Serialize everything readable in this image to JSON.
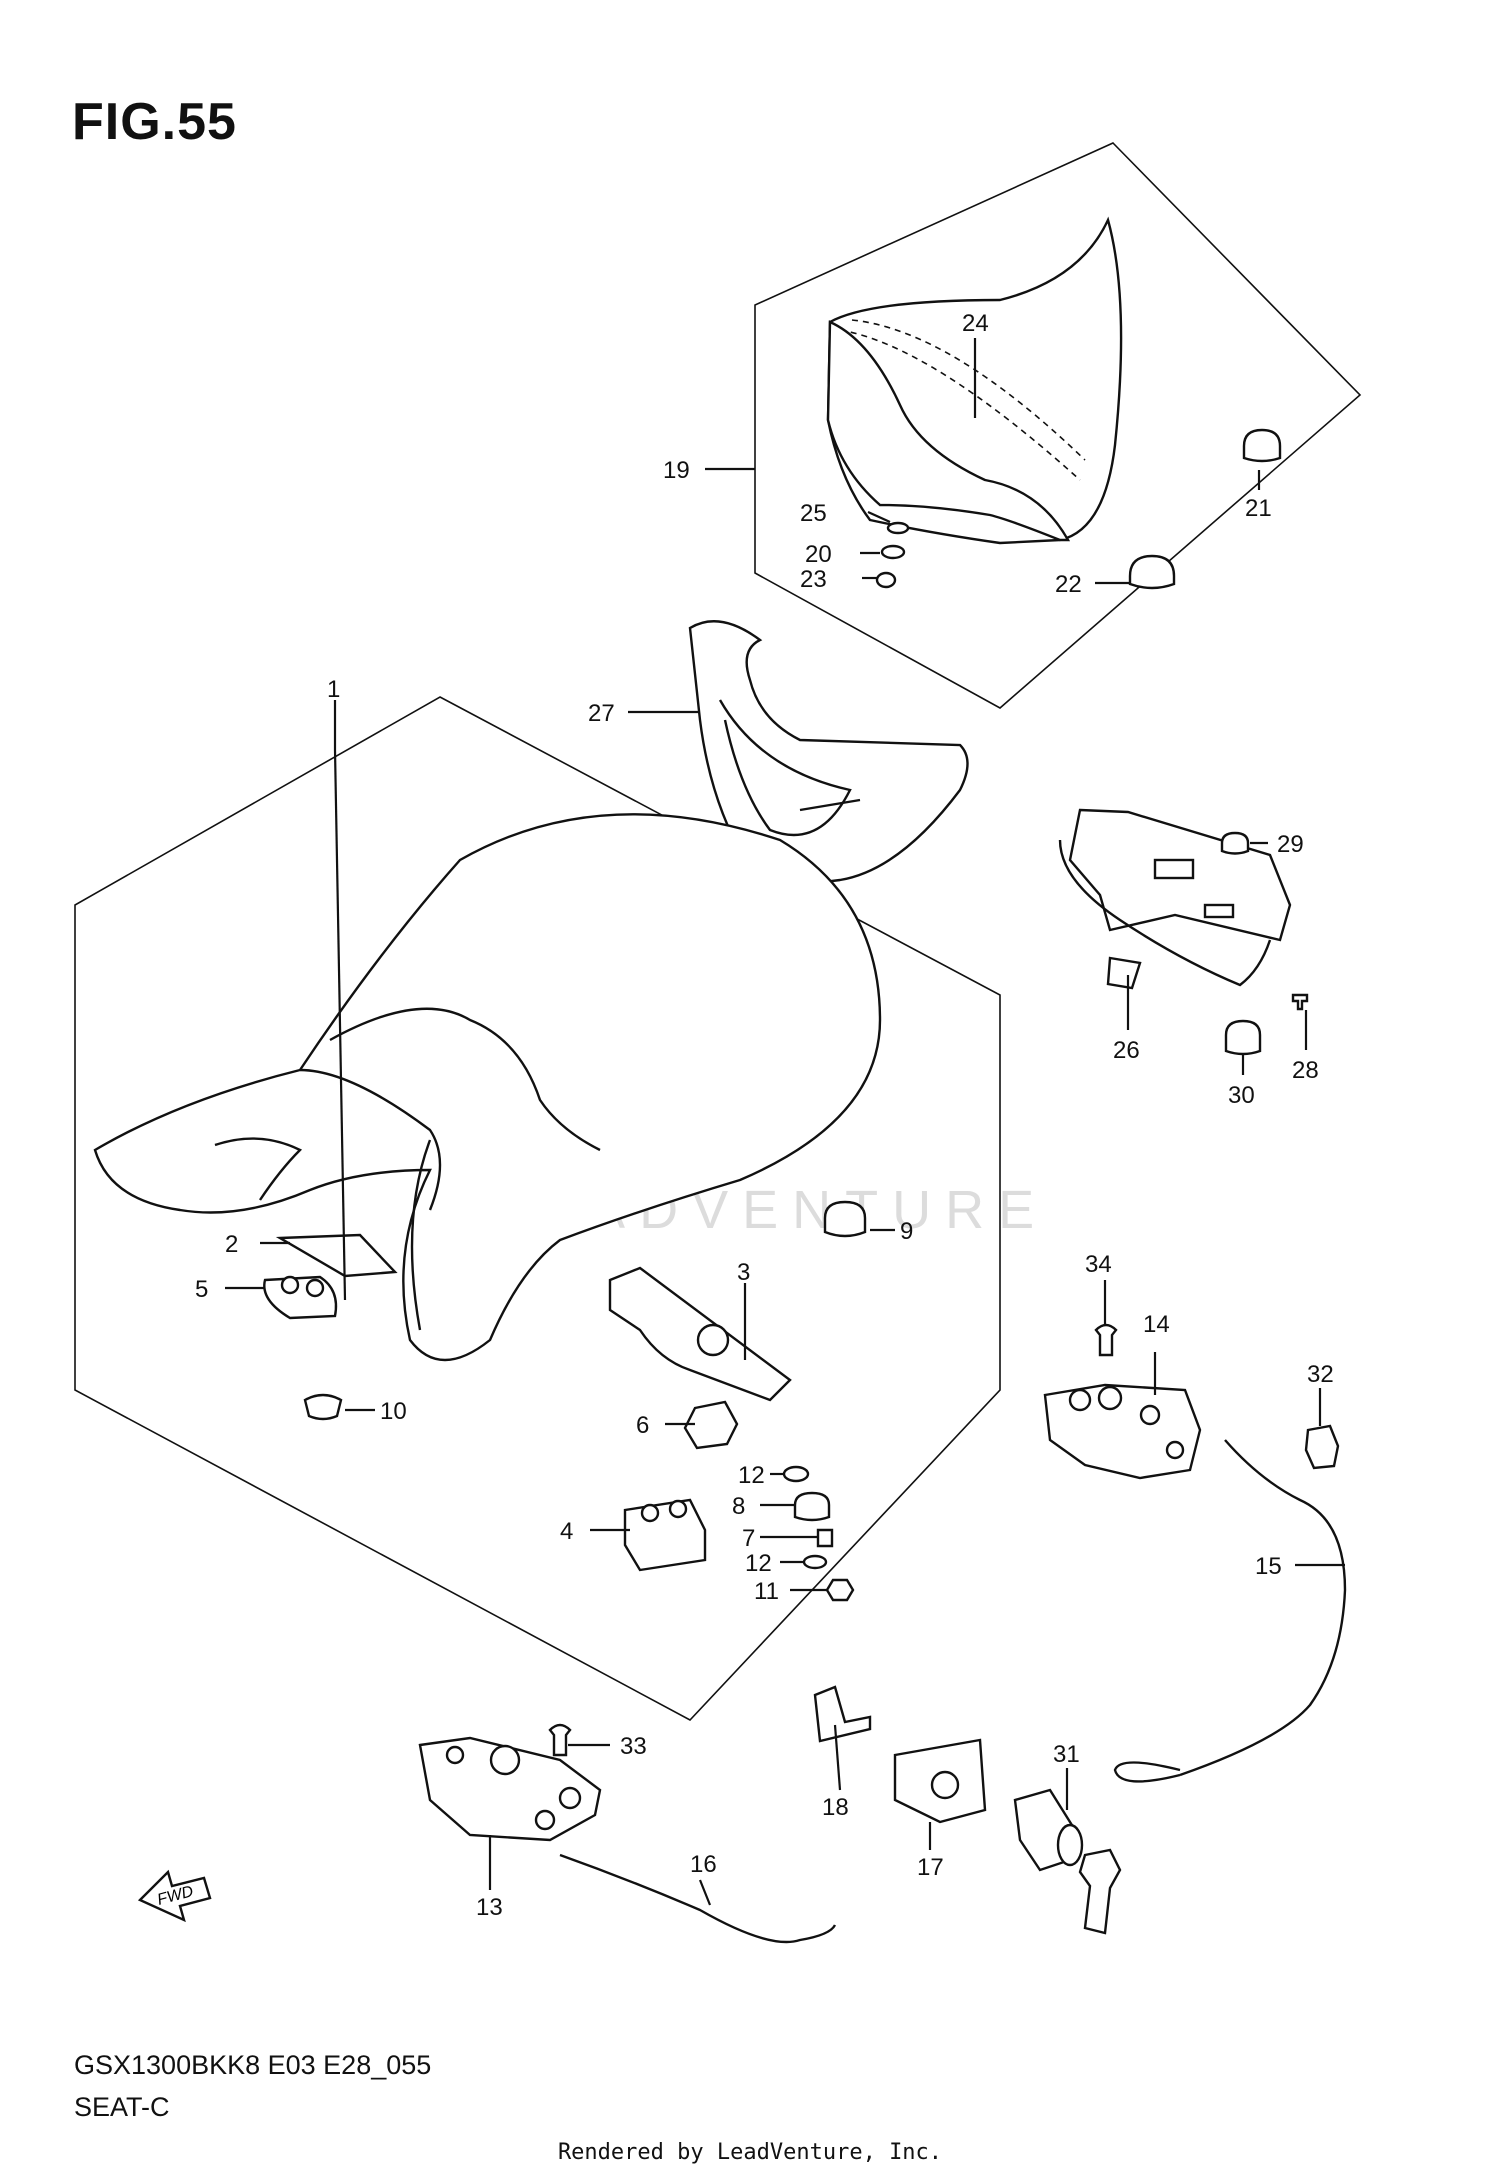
{
  "figure": {
    "title": "FIG.55",
    "model_code": "GSX1300BKK8 E03 E28_055",
    "section_name": "SEAT-C",
    "credit": "Rendered by LeadVenture, Inc.",
    "watermark": "LEADVENTURE",
    "fwd_label": "FWD"
  },
  "callouts": [
    {
      "id": "1",
      "label": "1"
    },
    {
      "id": "2",
      "label": "2"
    },
    {
      "id": "3",
      "label": "3"
    },
    {
      "id": "4",
      "label": "4"
    },
    {
      "id": "5",
      "label": "5"
    },
    {
      "id": "6",
      "label": "6"
    },
    {
      "id": "7",
      "label": "7"
    },
    {
      "id": "8",
      "label": "8"
    },
    {
      "id": "9",
      "label": "9"
    },
    {
      "id": "10",
      "label": "10"
    },
    {
      "id": "11",
      "label": "11"
    },
    {
      "id": "12a",
      "label": "12"
    },
    {
      "id": "12b",
      "label": "12"
    },
    {
      "id": "13",
      "label": "13"
    },
    {
      "id": "14",
      "label": "14"
    },
    {
      "id": "15",
      "label": "15"
    },
    {
      "id": "16",
      "label": "16"
    },
    {
      "id": "17",
      "label": "17"
    },
    {
      "id": "18",
      "label": "18"
    },
    {
      "id": "19",
      "label": "19"
    },
    {
      "id": "20",
      "label": "20"
    },
    {
      "id": "21",
      "label": "21"
    },
    {
      "id": "22",
      "label": "22"
    },
    {
      "id": "23",
      "label": "23"
    },
    {
      "id": "24",
      "label": "24"
    },
    {
      "id": "25",
      "label": "25"
    },
    {
      "id": "26",
      "label": "26"
    },
    {
      "id": "27",
      "label": "27"
    },
    {
      "id": "28",
      "label": "28"
    },
    {
      "id": "29",
      "label": "29"
    },
    {
      "id": "30",
      "label": "30"
    },
    {
      "id": "31",
      "label": "31"
    },
    {
      "id": "32",
      "label": "32"
    },
    {
      "id": "33",
      "label": "33"
    },
    {
      "id": "34",
      "label": "34"
    }
  ]
}
